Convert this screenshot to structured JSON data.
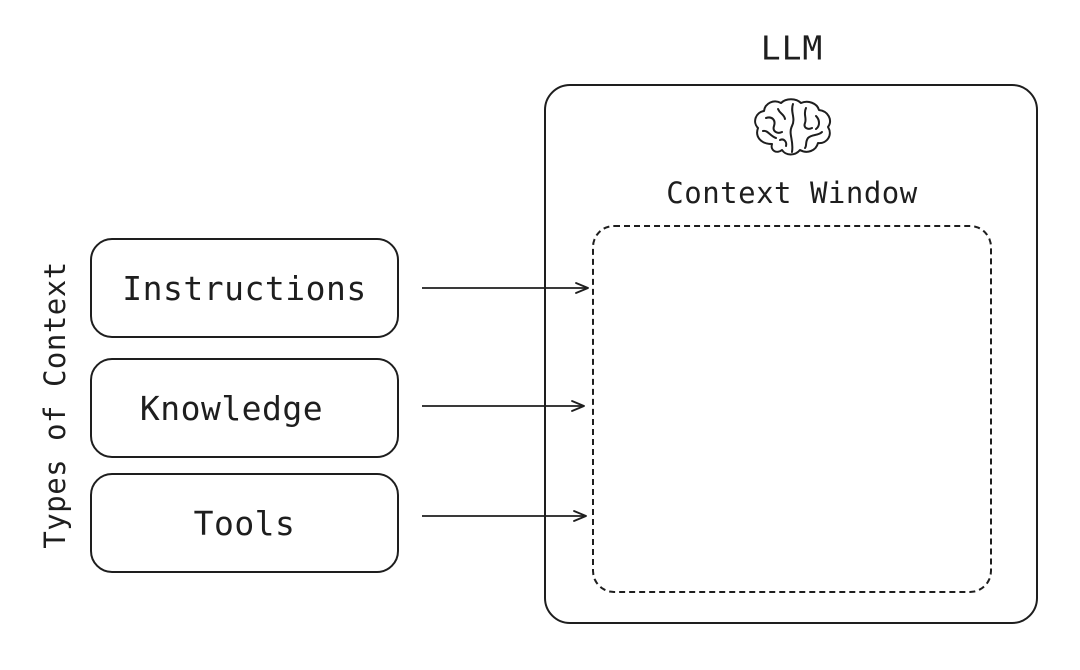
{
  "diagram": {
    "side_label": "Types of Context",
    "llm_title": "LLM",
    "context_window_title": "Context Window",
    "context_types": [
      {
        "label": "Instructions"
      },
      {
        "label": "Knowledge"
      },
      {
        "label": "Tools"
      }
    ],
    "icons": {
      "llm": "brain-icon",
      "connector": "arrow-right-icon"
    },
    "colors": {
      "stroke": "#1e1e1e",
      "background": "#ffffff"
    }
  }
}
